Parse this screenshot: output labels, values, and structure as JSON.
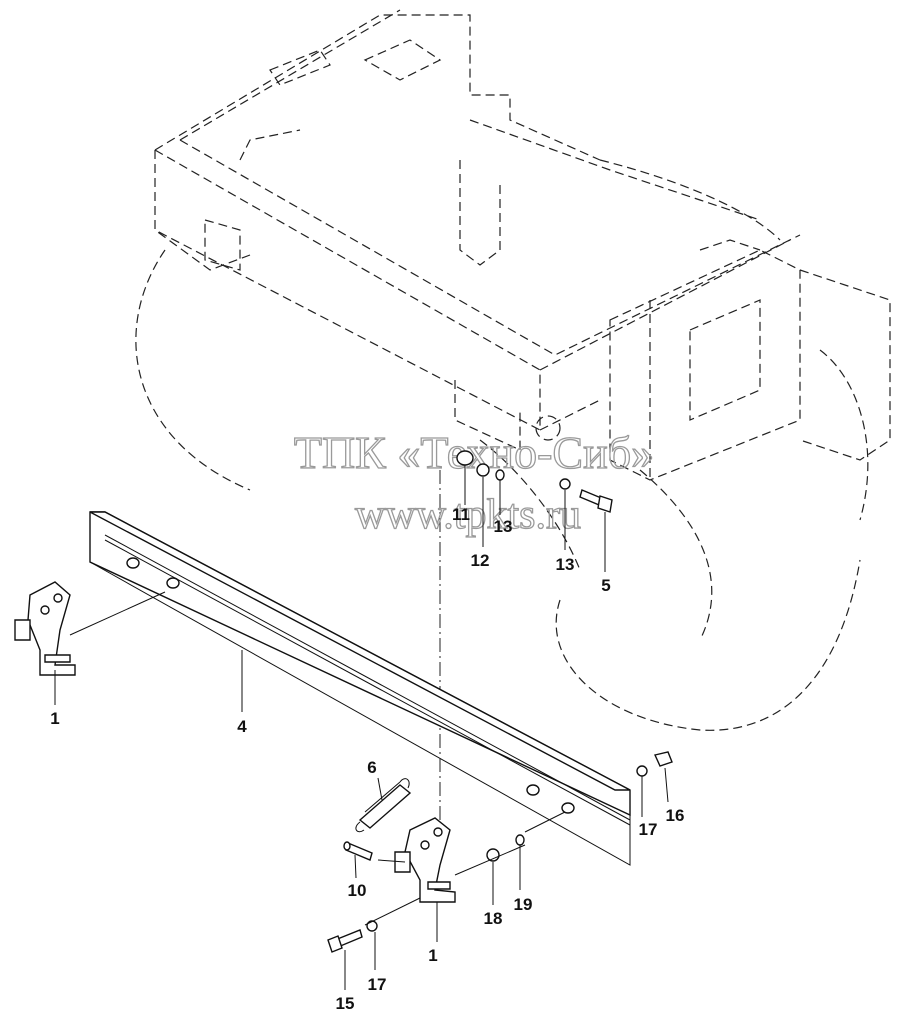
{
  "watermark": {
    "line1": "ТПК «Техно-Сиб»",
    "line2": "www.tpkts.ru"
  },
  "callouts": [
    {
      "id": "c1a",
      "label": "1"
    },
    {
      "id": "c4",
      "label": "4"
    },
    {
      "id": "c11",
      "label": "11"
    },
    {
      "id": "c12",
      "label": "12"
    },
    {
      "id": "c13a",
      "label": "13"
    },
    {
      "id": "c13b",
      "label": "13"
    },
    {
      "id": "c5",
      "label": "5"
    },
    {
      "id": "c6",
      "label": "6"
    },
    {
      "id": "c17a",
      "label": "17"
    },
    {
      "id": "c16",
      "label": "16"
    },
    {
      "id": "c10",
      "label": "10"
    },
    {
      "id": "c18",
      "label": "18"
    },
    {
      "id": "c19",
      "label": "19"
    },
    {
      "id": "c1b",
      "label": "1"
    },
    {
      "id": "c15",
      "label": "15"
    },
    {
      "id": "c17b",
      "label": "17"
    }
  ]
}
